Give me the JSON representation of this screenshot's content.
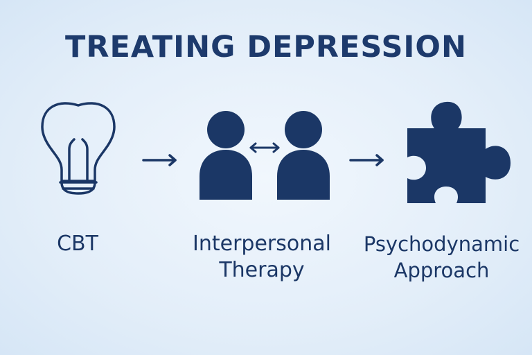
{
  "diagram": {
    "title": "TREATING DEPRESSION",
    "colors": {
      "primary": "#1b3766",
      "background": "#e6f0fa"
    },
    "steps": [
      {
        "icon": "lightbulb-icon",
        "label_lines": [
          "CBT"
        ]
      },
      {
        "icon": "two-people-icon",
        "label_lines": [
          "Interpersonal",
          "Therapy"
        ]
      },
      {
        "icon": "puzzle-piece-icon",
        "label_lines": [
          "Psychodynamic",
          "Approach"
        ]
      }
    ],
    "connectors": [
      "arrow-right-icon",
      "arrow-right-icon"
    ],
    "inner_connector": "double-arrow-icon"
  }
}
